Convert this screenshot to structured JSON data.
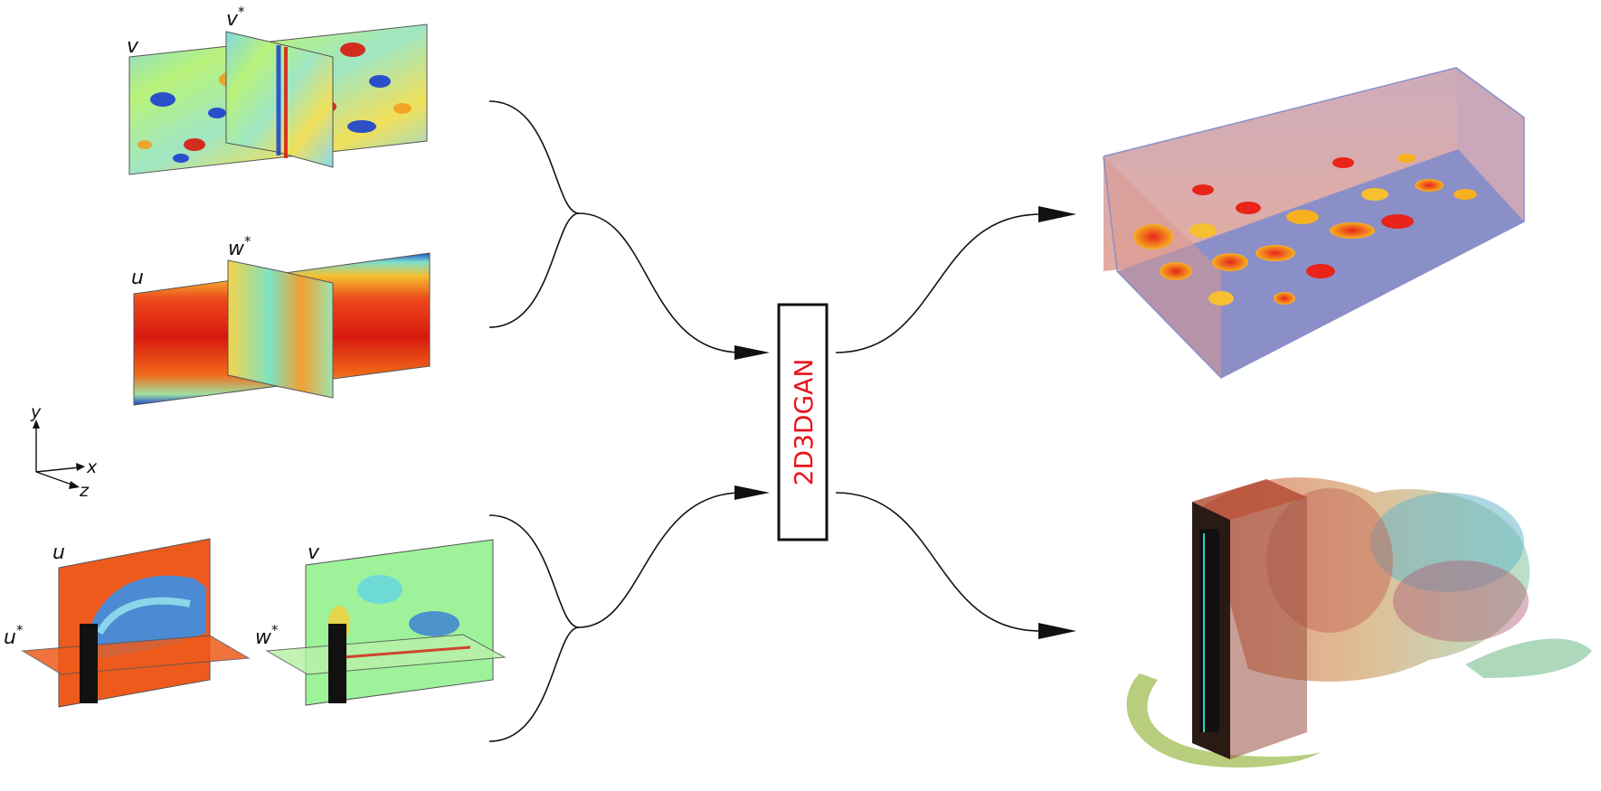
{
  "colors": {
    "connector": "#111111",
    "model_text": "#e8141b",
    "jet_low": "#1a3fd0",
    "jet_mid": "#8cf08c",
    "jet_high": "#e8231a",
    "box_floor": "#8b8fc8",
    "box_wall": "#d9a09a"
  },
  "inputs": {
    "channel_v": {
      "plane_label": "v",
      "probe_label": "v",
      "probe_sup": "*"
    },
    "channel_u": {
      "plane_label": "u",
      "probe_label": "w",
      "probe_sup": "*"
    },
    "cylinder_u": {
      "plane_label": "u",
      "probe_label": "u",
      "probe_sup": "*"
    },
    "cylinder_v": {
      "plane_label": "v",
      "probe_label": "w",
      "probe_sup": "*"
    }
  },
  "axes": {
    "y": "y",
    "x": "x",
    "z": "z"
  },
  "model": {
    "label": "2D3DGAN"
  },
  "icons": [
    "arrowhead-icon"
  ]
}
